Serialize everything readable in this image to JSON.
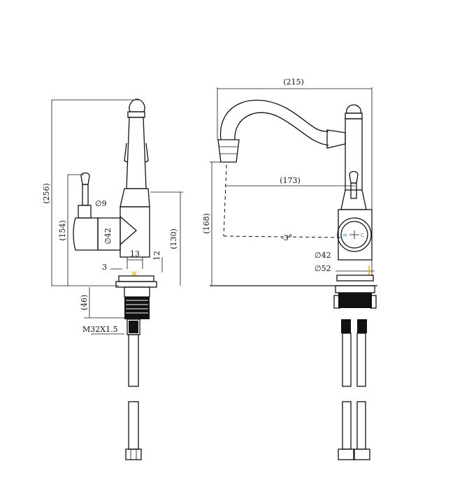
{
  "drawing": {
    "side_view": {
      "dims": {
        "overall_height": "(256)",
        "lever_height": "(154)",
        "body_height": "(130)",
        "lever_dia": "∅9",
        "body_dia": "∅42",
        "dim_13": "13",
        "dim_12": "12",
        "dim_3": "3",
        "below_deck": "(46)",
        "thread": "M32X1.5"
      }
    },
    "front_view": {
      "dims": {
        "overall_width": "(215)",
        "spout_reach": "(173)",
        "spout_height": "(168)",
        "angle": "-3°",
        "dia_42": "∅42",
        "dia_52": "∅52",
        "hot_label": "H",
        "cold_label": "C"
      }
    },
    "colors": {
      "line": "#111111",
      "hot": "#2a7fd4",
      "cold": "#2a7fd4",
      "accent": "#f0a800"
    }
  }
}
